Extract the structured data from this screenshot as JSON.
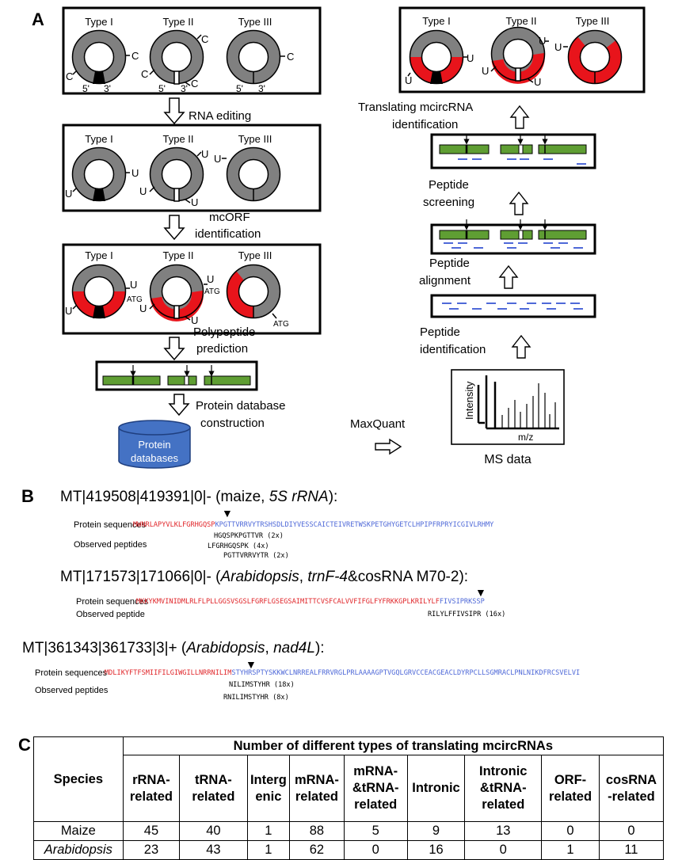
{
  "panel_a": {
    "letter": "A",
    "types": [
      "Type I",
      "Type II",
      "Type III"
    ],
    "nucleotide_c": "C",
    "nucleotide_u": "U",
    "end5": "5'",
    "end3": "3'",
    "atg": "ATG",
    "steps_left": {
      "rna_editing": "RNA editing",
      "mcorf_1": "mcORF",
      "mcorf_2": "identification",
      "polypeptide_1": "Polypeptide",
      "polypeptide_2": "prediction",
      "protdb_1": "Protein database",
      "protdb_2": "construction"
    },
    "database_1": "Protein",
    "database_2": "databases",
    "maxquant": "MaxQuant",
    "ms": {
      "title": "MS data",
      "ylabel": "Intensity",
      "xlabel": "m/z"
    },
    "steps_right": {
      "peptide_id_1": "Peptide",
      "peptide_id_2": "identification",
      "peptide_align_1": "Peptide",
      "peptide_align_2": "alignment",
      "peptide_screen_1": "Peptide",
      "peptide_screen_2": "screening",
      "translating_1": "Translating mcircRNA",
      "translating_2": "identification"
    },
    "colors": {
      "ring": "#808080",
      "orf": "#e8141b",
      "peptide_bar": "#5f9e33",
      "peptide_line": "#4f69d8",
      "database": "#4472c4"
    }
  },
  "panel_b": {
    "letter": "B",
    "protein_label": "Protein sequences",
    "observed_peptides_label": "Observed peptides",
    "observed_peptide_label": "Observed peptide",
    "entries": [
      {
        "id": "MT|419508|419391|0|- (maize, ",
        "gene": "5S rRNA",
        "tail": "):",
        "seq_red": "MWNRLAPYVLKLFGRHGQSP",
        "seq_blue": "KPGTTVRRVYTRSHSDLDIYVESSCAICTEIVRETWSKPETGHYGETCLHPIPFRPRYICGIVLRHMY",
        "peptides": [
          "HGQSPKPGTTVR (2x)",
          "LFGRHGQSPK (4x)",
          "PGTTVRRVYTR (2x)"
        ]
      },
      {
        "id": "MT|171573|171066|0|- (",
        "gene": "Arabidopsis",
        "gene2": "trnF-4",
        "tail": "&cosRNA M70-2):",
        "seq_red": "MKKYKMVINIDMLRLFLPLLGGSVSGSLFGRFLGSEGSAIMITTCVSFCALVVFIFGLFYFRKKGPLKRILYLF",
        "seq_blue": "FIVSIPRKSSP",
        "peptides": [
          "RILYLFFIVSIPR (16x)"
        ]
      },
      {
        "id": "MT|361343|361733|3|+ (",
        "gene": "Arabidopsis",
        "gene2": "nad4L",
        "tail": "):",
        "seq_red": "MDLIKYFTFSMIIFILGIWGILLNRRNILIM",
        "seq_blue": "STYHRSPTYSKKWCLNRREALFRRVRGLPRLAAAAGPTVGQLGRVCCEACGEACLDYRPCLLSGMRACLPNLNIKDFRCSVELVI",
        "peptides": [
          "NILIMSTYHR (18x)",
          "RNILIMSTYHR (8x)"
        ]
      }
    ]
  },
  "panel_c": {
    "letter": "C",
    "species_header": "Species",
    "group_header": "Number of different types of translating mcircRNAs",
    "columns": [
      [
        "rRNA-",
        "related"
      ],
      [
        "tRNA-",
        "related"
      ],
      [
        "Interg",
        "enic"
      ],
      [
        "mRNA-",
        "related"
      ],
      [
        "mRNA-",
        "&tRNA-",
        "related"
      ],
      [
        "Intronic"
      ],
      [
        "Intronic",
        "&tRNA-",
        "related"
      ],
      [
        "ORF-",
        "related"
      ],
      [
        "cosRNA",
        "-related"
      ]
    ],
    "rows": [
      {
        "species": "Maize",
        "values": [
          "45",
          "40",
          "1",
          "88",
          "5",
          "9",
          "13",
          "0",
          "0"
        ]
      },
      {
        "species": "Arabidopsis",
        "values": [
          "23",
          "43",
          "1",
          "62",
          "0",
          "16",
          "0",
          "1",
          "11"
        ]
      }
    ]
  }
}
